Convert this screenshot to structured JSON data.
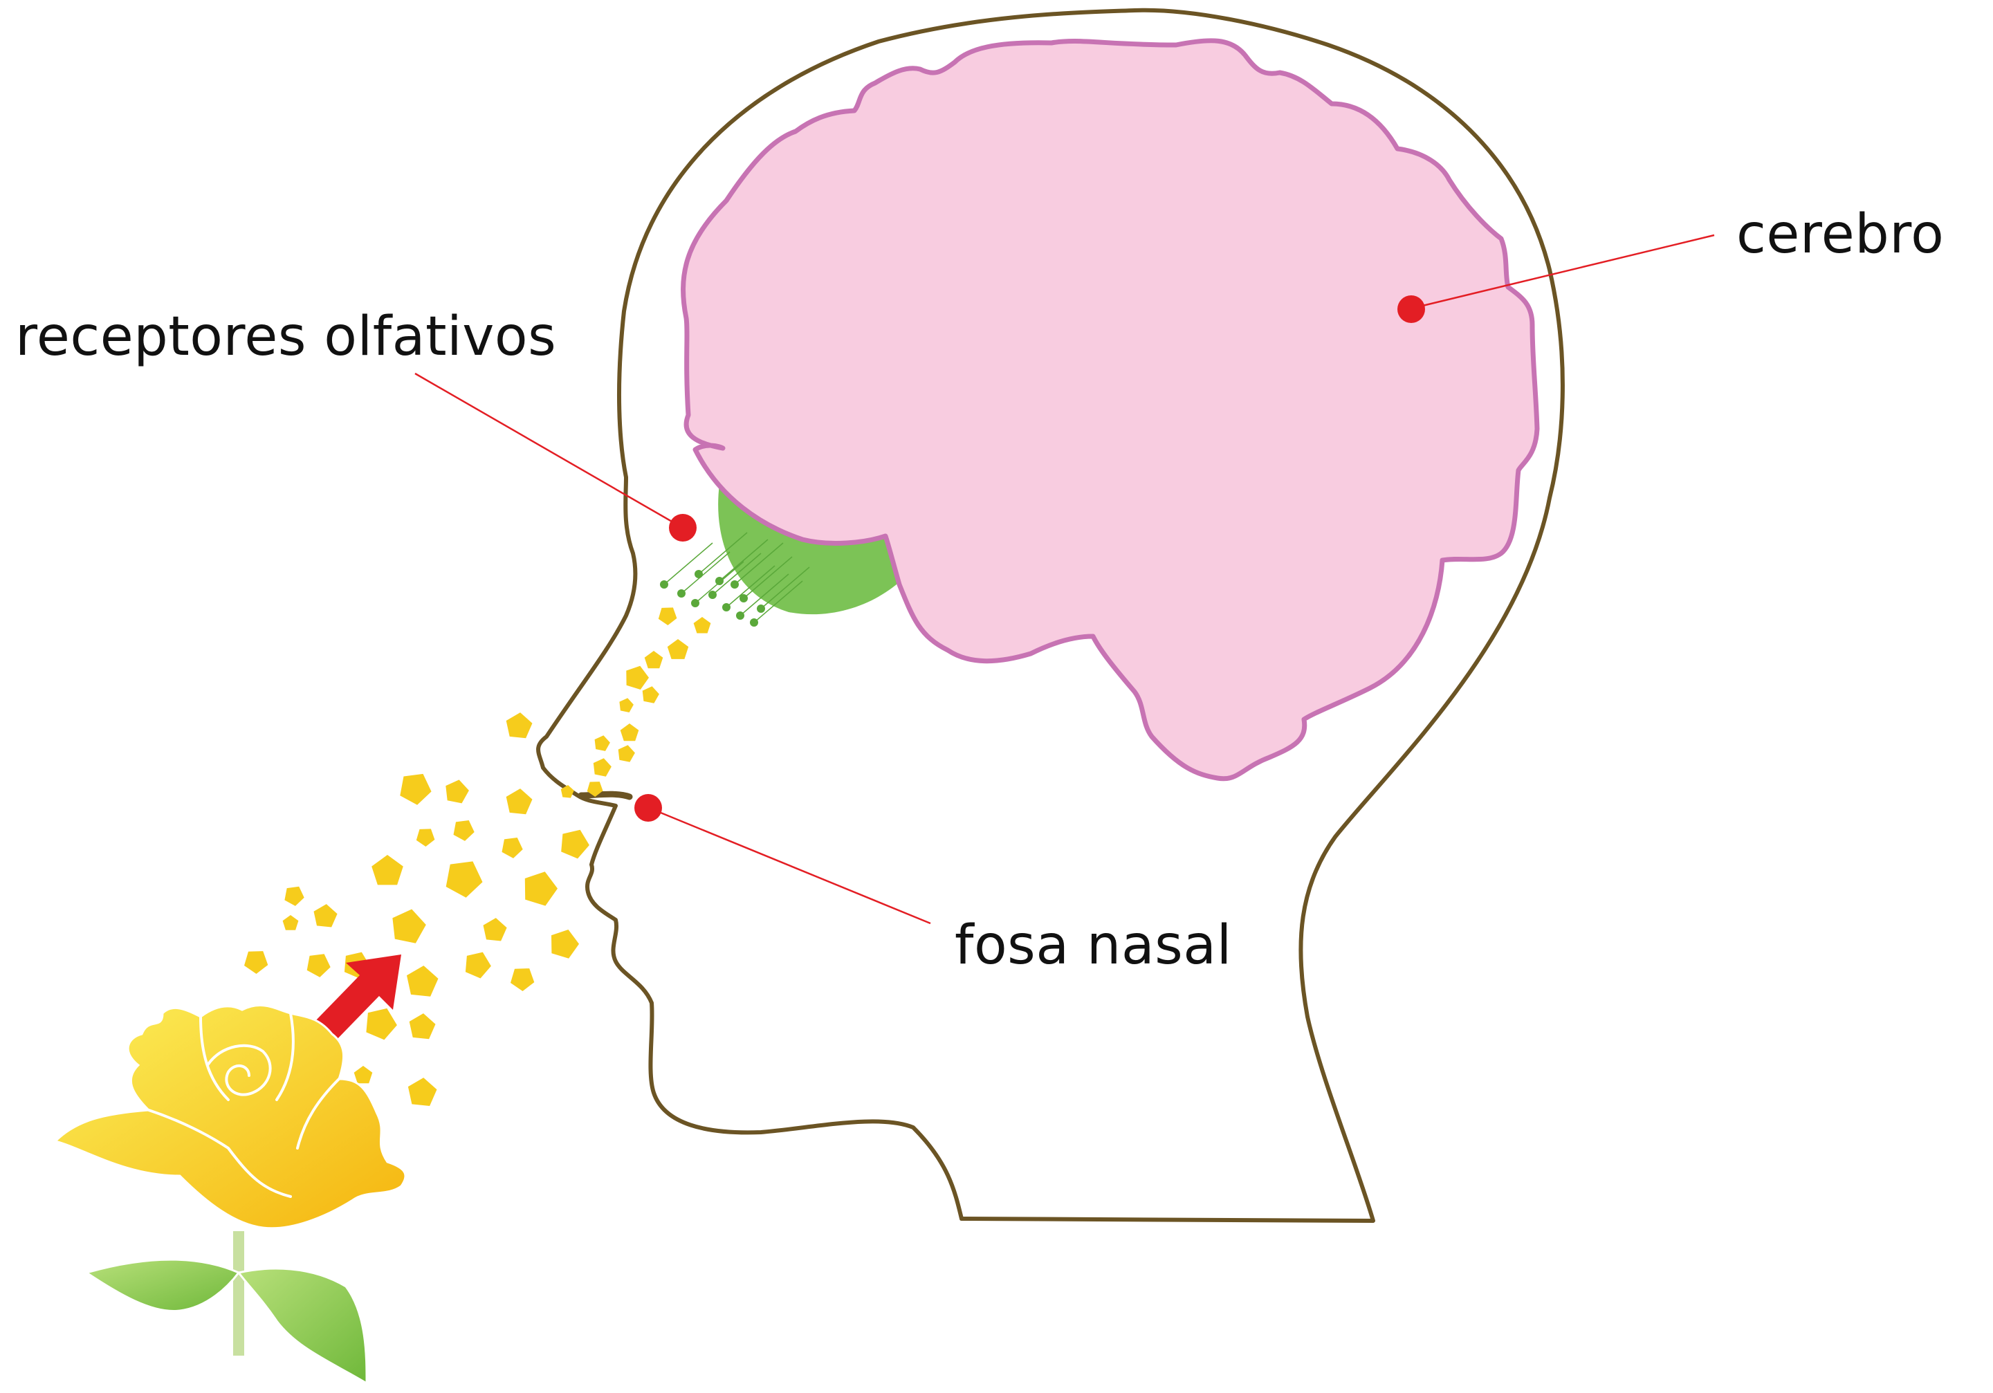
{
  "labels": {
    "olfactory_receptors": "receptores olfativos",
    "brain": "cerebro",
    "nasal_cavity": "fosa nasal"
  },
  "colors": {
    "head_outline": "#6b5424",
    "brain_fill": "#f8cce0",
    "brain_outline": "#c773b3",
    "olfactory_bulb": "#7cc356",
    "receptor_hairs": "#5aa83a",
    "odor_particles": "#f6cc1c",
    "leader_lines": "#e31e24",
    "flow_arrow": "#e31e24",
    "rose_petals": "#f8dc2a",
    "rose_leaves": "#8cc63f"
  },
  "icons": {
    "head": "head-profile-outline",
    "brain": "brain-shape",
    "bulb": "olfactory-bulb-shape",
    "rose": "rose-flower",
    "arrow": "arrow-up-right"
  }
}
